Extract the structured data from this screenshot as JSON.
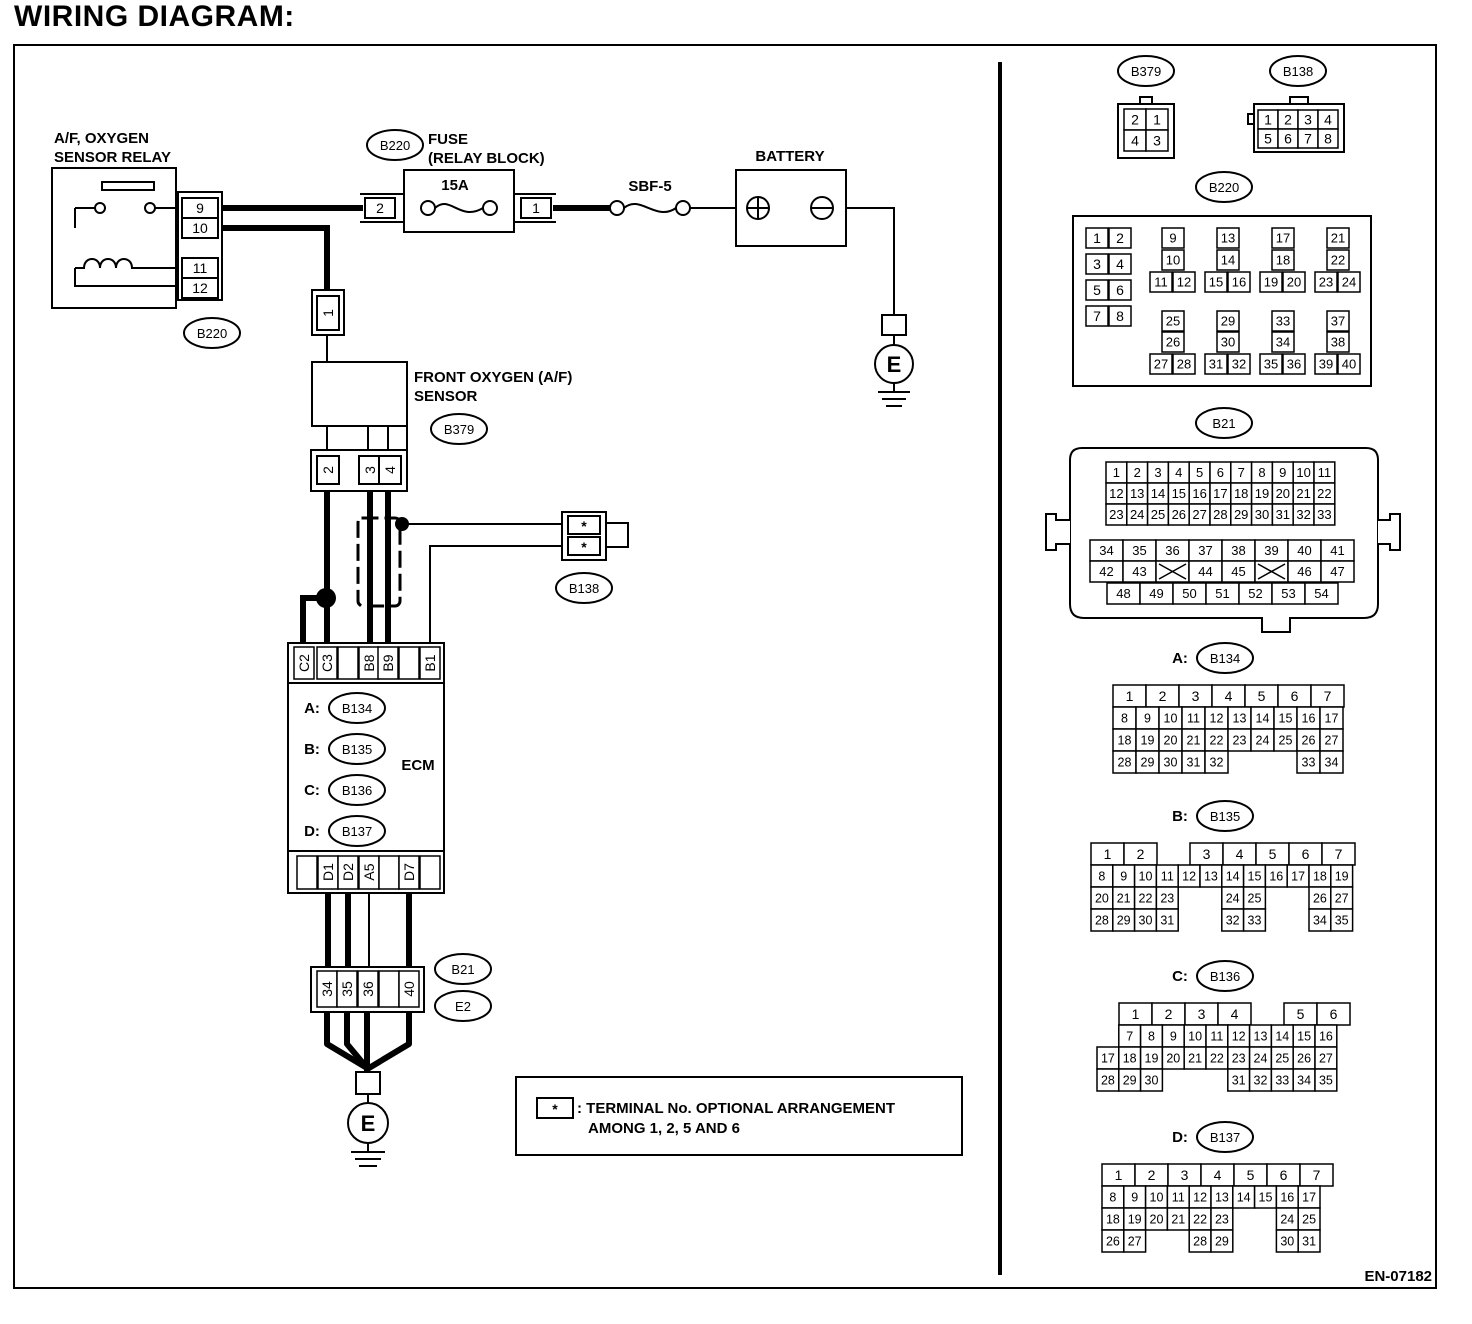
{
  "title": "WIRING DIAGRAM:",
  "figure_id": "EN-07182",
  "components": {
    "relay": {
      "line1": "A/F, OXYGEN",
      "line2": "SENSOR RELAY",
      "connector": "B220",
      "pins": [
        "9",
        "10",
        "11",
        "12"
      ]
    },
    "fuse": {
      "line1": "FUSE",
      "line2": "(RELAY BLOCK)",
      "rating": "15A",
      "connector": "B220",
      "pin_in": "2",
      "pin_out": "1"
    },
    "sbf": {
      "label": "SBF-5"
    },
    "battery": {
      "label": "BATTERY"
    },
    "sensor": {
      "line1": "FRONT OXYGEN (A/F)",
      "line2": "SENSOR",
      "connector": "B379",
      "pin_top": "1",
      "pins": [
        "2",
        "3",
        "4"
      ]
    },
    "b138": {
      "connector": "B138",
      "pins": [
        "*",
        "*"
      ]
    },
    "ecm": {
      "label": "ECM",
      "top_pins": [
        "C2",
        "C3",
        "B8",
        "B9",
        "B1"
      ],
      "bottom_pins": [
        "D1",
        "D2",
        "A5",
        "D7"
      ],
      "connectors": [
        {
          "letter": "A:",
          "id": "B134"
        },
        {
          "letter": "B:",
          "id": "B135"
        },
        {
          "letter": "C:",
          "id": "B136"
        },
        {
          "letter": "D:",
          "id": "B137"
        }
      ]
    },
    "joint": {
      "connectors": [
        "B21",
        "E2"
      ],
      "pins": [
        "34",
        "35",
        "36",
        "40"
      ]
    },
    "ground": {
      "label": "E"
    }
  },
  "legend": {
    "symbol": "*",
    "line1": ": TERMINAL No. OPTIONAL ARRANGEMENT",
    "line2": "AMONG 1, 2, 5 AND 6"
  },
  "connector_views": {
    "b379": {
      "id": "B379",
      "rows": [
        [
          "2",
          "1"
        ],
        [
          "4",
          "3"
        ]
      ]
    },
    "b138": {
      "id": "B138",
      "rows": [
        [
          "1",
          "2",
          "3",
          "4"
        ],
        [
          "5",
          "6",
          "7",
          "8"
        ]
      ]
    },
    "b220": {
      "id": "B220",
      "left_pairs": [
        [
          "1",
          "2"
        ],
        [
          "3",
          "4"
        ],
        [
          "5",
          "6"
        ],
        [
          "7",
          "8"
        ]
      ],
      "top_groups": [
        [
          "9",
          "10",
          "11",
          "12"
        ],
        [
          "13",
          "14",
          "15",
          "16"
        ],
        [
          "17",
          "18",
          "19",
          "20"
        ],
        [
          "21",
          "22",
          "23",
          "24"
        ]
      ],
      "bottom_groups": [
        [
          "25",
          "26",
          "27",
          "28"
        ],
        [
          "29",
          "30",
          "31",
          "32"
        ],
        [
          "33",
          "34",
          "35",
          "36"
        ],
        [
          "37",
          "38",
          "39",
          "40"
        ]
      ]
    },
    "b21": {
      "id": "B21",
      "upper": [
        [
          "1",
          "2",
          "3",
          "4",
          "5",
          "6",
          "7",
          "8",
          "9",
          "10",
          "11"
        ],
        [
          "12",
          "13",
          "14",
          "15",
          "16",
          "17",
          "18",
          "19",
          "20",
          "21",
          "22"
        ],
        [
          "23",
          "24",
          "25",
          "26",
          "27",
          "28",
          "29",
          "30",
          "31",
          "32",
          "33"
        ]
      ],
      "lower": [
        [
          "34",
          "35",
          "36",
          "37",
          "38",
          "39",
          "40",
          "41"
        ],
        [
          "42",
          "43",
          "",
          "44",
          "45",
          "",
          "46",
          "47"
        ],
        [
          "48",
          "49",
          "50",
          "51",
          "52",
          "53",
          "54"
        ]
      ]
    },
    "b134": {
      "letter": "A:",
      "id": "B134",
      "row1": [
        "1",
        "2",
        "3",
        "4",
        "5",
        "6",
        "7"
      ],
      "rows": [
        [
          "8",
          "9",
          "10",
          "11",
          "12",
          "13",
          "14",
          "15",
          "16",
          "17"
        ],
        [
          "18",
          "19",
          "20",
          "21",
          "22",
          "23",
          "24",
          "25",
          "26",
          "27"
        ],
        [
          "28",
          "29",
          "30",
          "31",
          "32",
          "",
          "",
          "",
          "33",
          "34"
        ]
      ]
    },
    "b135": {
      "letter": "B:",
      "id": "B135",
      "row1": [
        "1",
        "2",
        "",
        "3",
        "4",
        "5",
        "6",
        "7"
      ],
      "rows": [
        [
          "8",
          "9",
          "10",
          "11",
          "12",
          "13",
          "14",
          "15",
          "16",
          "17",
          "18",
          "19"
        ],
        [
          "20",
          "21",
          "22",
          "23",
          "",
          "",
          "24",
          "25",
          "",
          "",
          "26",
          "27"
        ],
        [
          "28",
          "29",
          "30",
          "31",
          "",
          "",
          "32",
          "33",
          "",
          "",
          "34",
          "35"
        ]
      ]
    },
    "b136": {
      "letter": "C:",
      "id": "B136",
      "row1": [
        "",
        "1",
        "2",
        "3",
        "4",
        "",
        "5",
        "6"
      ],
      "rows": [
        [
          "",
          "7",
          "8",
          "9",
          "10",
          "11",
          "12",
          "13",
          "14",
          "15",
          "16"
        ],
        [
          "17",
          "18",
          "19",
          "20",
          "21",
          "22",
          "23",
          "24",
          "25",
          "26",
          "27"
        ],
        [
          "28",
          "29",
          "30",
          "",
          "",
          "",
          "31",
          "32",
          "33",
          "34",
          "35"
        ]
      ]
    },
    "b137": {
      "letter": "D:",
      "id": "B137",
      "row1": [
        "1",
        "2",
        "3",
        "4",
        "5",
        "6",
        "7"
      ],
      "rows": [
        [
          "8",
          "9",
          "10",
          "11",
          "12",
          "13",
          "14",
          "15",
          "16",
          "17"
        ],
        [
          "18",
          "19",
          "20",
          "21",
          "22",
          "23",
          "",
          "",
          "24",
          "25"
        ],
        [
          "26",
          "27",
          "",
          "",
          "28",
          "29",
          "",
          "",
          "30",
          "31"
        ]
      ]
    }
  }
}
